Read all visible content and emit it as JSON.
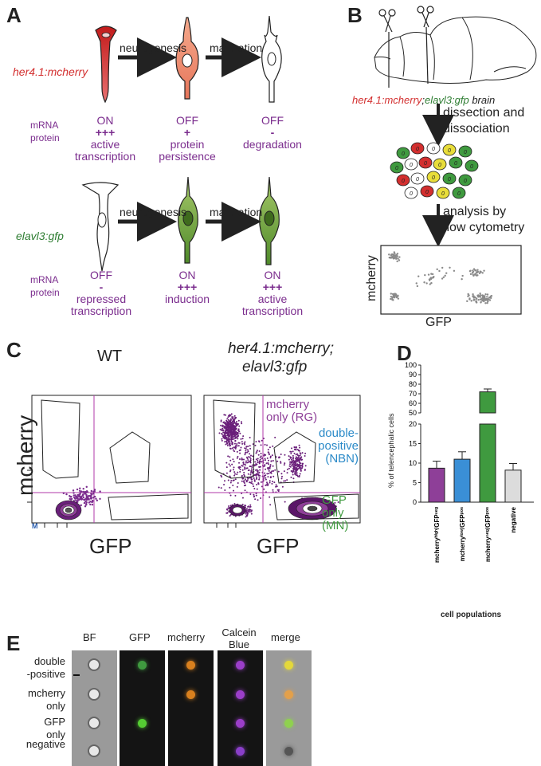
{
  "colors": {
    "purple": "#7b2d8e",
    "red": "#d32f2f",
    "green": "#2e7d32",
    "blue": "#2b8ac8",
    "gray": "#9e9e9e",
    "bar_purple": "#8e3f98",
    "bar_blue": "#3a8fd6",
    "bar_green": "#3f9a3f",
    "bar_gray": "#dcdcdc"
  },
  "panel_a": {
    "letter": "A",
    "row1": {
      "label": "her4.1:mcherry",
      "arrow1": "neurogenesis",
      "arrow2": "maturation",
      "row_labels": [
        "mRNA",
        "protein"
      ],
      "states": [
        {
          "mrna": "ON",
          "protein": "+++",
          "desc1": "active",
          "desc2": "transcription"
        },
        {
          "mrna": "OFF",
          "protein": "+",
          "desc1": "protein",
          "desc2": "persistence"
        },
        {
          "mrna": "OFF",
          "protein": "-",
          "desc1": "degradation",
          "desc2": ""
        }
      ]
    },
    "row2": {
      "label": "elavl3:gfp",
      "arrow1": "neurogenesis",
      "arrow2": "maturation",
      "row_labels": [
        "mRNA",
        "protein"
      ],
      "states": [
        {
          "mrna": "OFF",
          "protein": "-",
          "desc1": "repressed",
          "desc2": "transcription"
        },
        {
          "mrna": "ON",
          "protein": "+++",
          "desc1": "induction",
          "desc2": ""
        },
        {
          "mrna": "ON",
          "protein": "+++",
          "desc1": "active",
          "desc2": "transcription"
        }
      ]
    }
  },
  "panel_b": {
    "letter": "B",
    "genotype_red": "her4.1:mcherry",
    "genotype_sep": ";",
    "genotype_green": "elavl3:gfp",
    "genotype_tail": " brain",
    "step1_line1": "dissection and",
    "step1_line2": "dissociation",
    "step2_line1": "analysis by",
    "step2_line2": "flow cytometry",
    "plot_ylabel": "mcherry",
    "plot_xlabel": "GFP",
    "cell_label": "0"
  },
  "panel_c": {
    "letter": "C",
    "wt_title": "WT",
    "tg_title_line1": "her4.1:mcherry;",
    "tg_title_line2": "elavl3:gfp",
    "ylabel": "mcherry",
    "xlabel_left": "GFP",
    "xlabel_right": "GFP",
    "axis_corner": "M",
    "gate1_line1": "mcherry",
    "gate1_line2": "only (RG)",
    "gate2_line1": "double-",
    "gate2_line2": "positive",
    "gate2_line3": "(NBN)",
    "gate3_line1": "GFP",
    "gate3_line2": "only",
    "gate3_line3": "(MN)"
  },
  "panel_d": {
    "letter": "D",
    "ylabel": "% of telencephalic cells",
    "xlabel": "cell populations",
    "upper_ticks": [
      "100",
      "90",
      "80",
      "70",
      "60",
      "50"
    ],
    "lower_ticks": [
      "20",
      "15",
      "10",
      "5",
      "0"
    ],
    "bar_labels": [
      "mcherryʰⁱᵍʰ/GFPⁿᵉᵍ",
      "mcherryˡᵒʷ/GFPᵖᵒˢ",
      "mcherryⁿᵉᵍ/GFPᵖᵒˢ",
      "negative"
    ]
  },
  "chart_data": {
    "type": "bar",
    "categories": [
      "mcherry high/GFP neg",
      "mcherry low/GFP pos",
      "mcherry neg/GFP pos",
      "negative"
    ],
    "values": [
      8.7,
      11.0,
      72.0,
      8.2
    ],
    "errors": [
      1.8,
      1.9,
      3.0,
      1.7
    ],
    "ylabel": "% of telencephalic cells",
    "xlabel": "cell populations",
    "ylim": [
      0,
      100
    ],
    "axis_break": [
      20,
      50
    ],
    "grid": false,
    "colors": [
      "#8e3f98",
      "#3a8fd6",
      "#3f9a3f",
      "#dcdcdc"
    ]
  },
  "panel_e": {
    "letter": "E",
    "columns": [
      "BF",
      "GFP",
      "mcherry",
      "Calcein",
      "Blue",
      "merge"
    ],
    "rows": [
      {
        "line1": "double",
        "line2": "-positive"
      },
      {
        "line1": "mcherry",
        "line2": "only"
      },
      {
        "line1": "GFP",
        "line2": "only"
      },
      {
        "line1": "negative",
        "line2": ""
      }
    ]
  }
}
